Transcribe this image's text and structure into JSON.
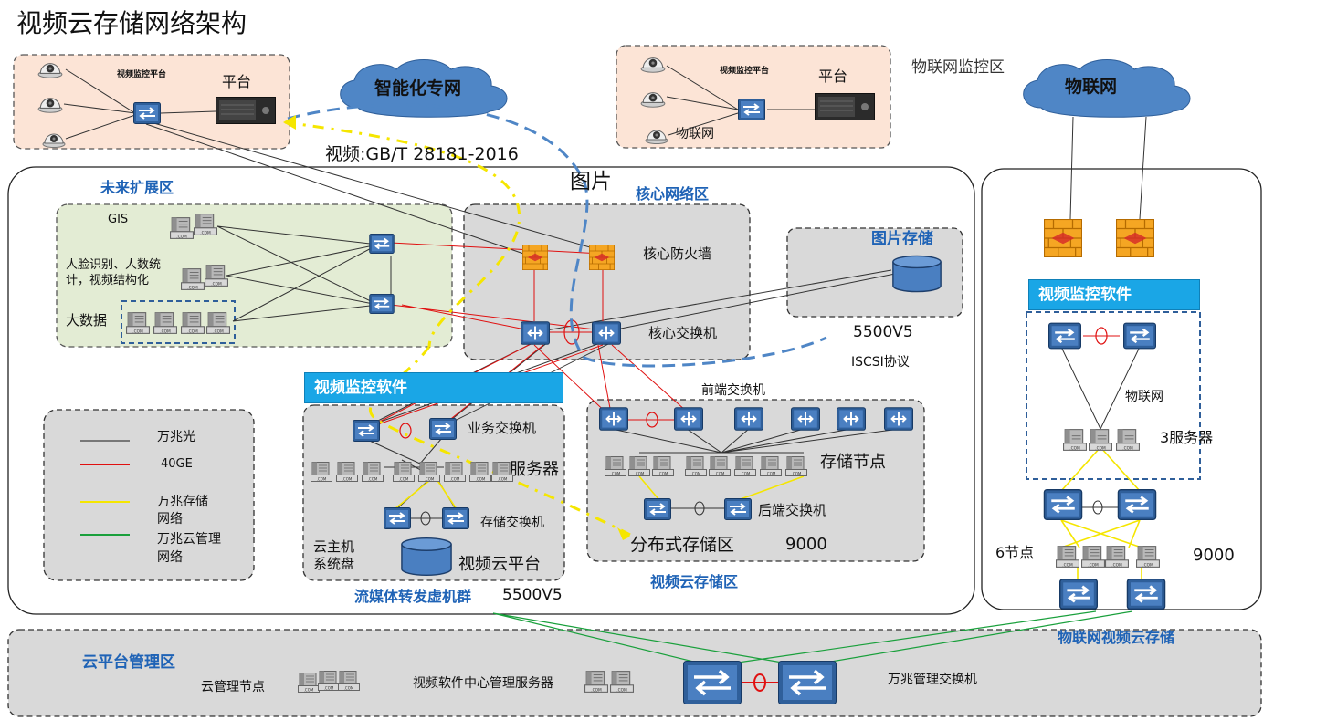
{
  "title": "视频云存储网络架构",
  "colors": {
    "fiber_10g": "#555555",
    "link_40ge": "#e01010",
    "storage_net": "#f5e600",
    "cloud_mgmt_net": "#1aa03c",
    "accent_blue": "#1f63b6",
    "banner": "#1aa6e6",
    "firewall": "#f5a623",
    "zone_gray": "#d9d9d9",
    "zone_green": "#e3ecd4",
    "zone_peach": "#fce4d6"
  },
  "clouds": {
    "smart": "智能化专网",
    "iot": "物联网"
  },
  "top_left": {
    "platform_small": "视频监控平台",
    "platform": "平台"
  },
  "top_right": {
    "platform_small": "视频监控平台",
    "platform": "平台",
    "iot_label": "物联网",
    "zone_label": "物联网监控区"
  },
  "labels": {
    "gbt": "视频:GB/T 28181-2016",
    "picture": "图片",
    "future_zone": "未来扩展区",
    "gis": "GIS",
    "face": "人脸识别、人数统",
    "face2": "计，视频结构化",
    "bigdata": "大数据",
    "core_zone": "核心网络区",
    "core_firewall": "核心防火墙",
    "core_switch": "核心交换机",
    "pic_storage": "图片存储",
    "v5500_a": "5500V5",
    "iscsi": "ISCSI协议",
    "vms_banner": "视频监控软件",
    "biz_switch": "业务交换机",
    "servers": "服务器",
    "storage_switch": "存储交换机",
    "cloud_host": "云主机",
    "sys_disk": "系统盘",
    "video_cloud_platform": "视频云平台",
    "stream_cluster": "流媒体转发虚机群",
    "v5500_b": "5500V5",
    "front_switch": "前端交换机",
    "storage_node": "存储节点",
    "back_switch": "后端交换机",
    "dist_storage": "分布式存储区",
    "n9000_a": "9000",
    "video_cloud_zone": "视频云存储区"
  },
  "right_zone": {
    "vms_banner": "视频监控软件",
    "iot_label": "物联网",
    "servers3": "3服务器",
    "nodes6": "6节点",
    "n9000": "9000",
    "zone_label": "物联网视频云存储"
  },
  "bottom": {
    "zone_label": "云平台管理区",
    "cloud_mgmt_node": "云管理节点",
    "vms_center": "视频软件中心管理服务器",
    "mgmt_switch": "万兆管理交换机"
  },
  "legend": {
    "items": [
      {
        "label": "万兆光",
        "color": "#777777"
      },
      {
        "label": "40GE",
        "color": "#e01010"
      },
      {
        "label": "万兆存储",
        "label2": "网络",
        "color": "#f5e600"
      },
      {
        "label": "万兆云管理",
        "label2": "网络",
        "color": "#1aa03c"
      }
    ]
  }
}
